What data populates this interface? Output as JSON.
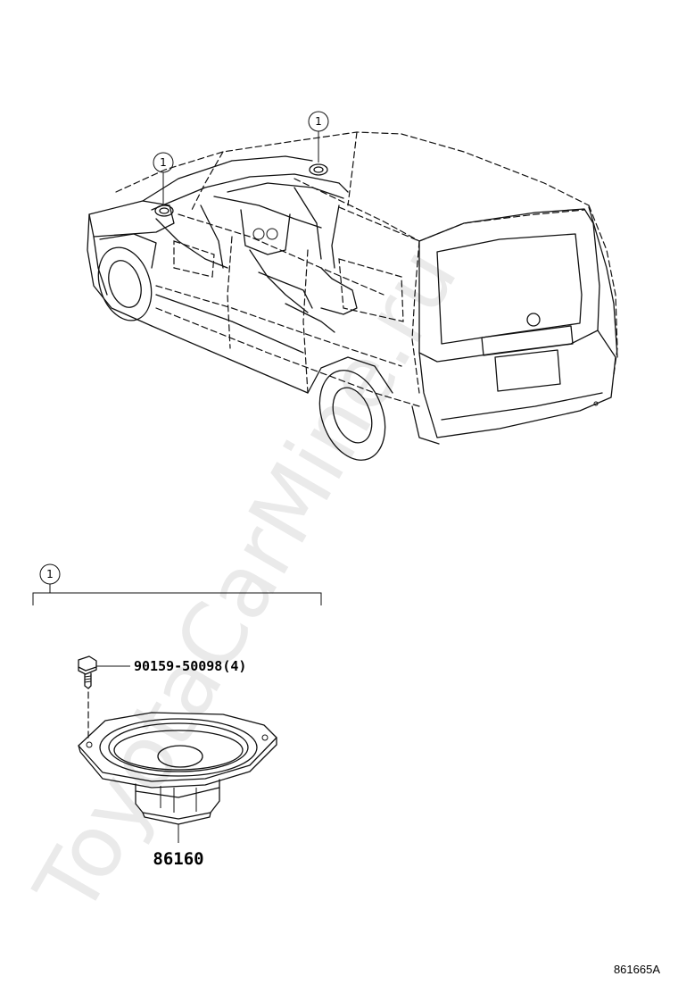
{
  "watermark": "ToyotaCarMine.ru",
  "callout_marker": "1",
  "parts": {
    "bolt_label": "90159-50098(4)",
    "speaker_label": "86160"
  },
  "diagram_code": "861665A"
}
